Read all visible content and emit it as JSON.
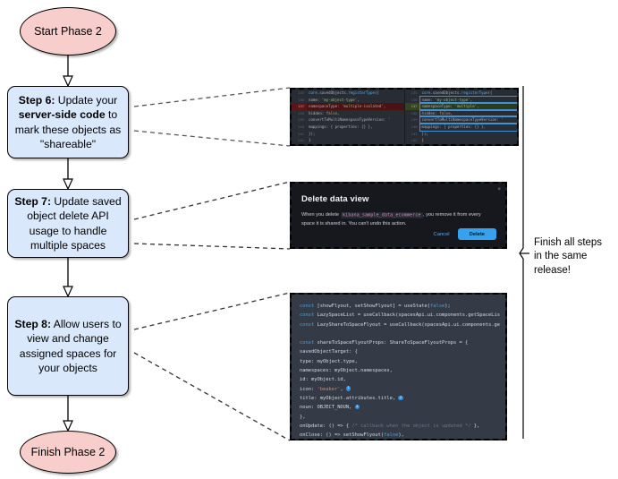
{
  "flow": {
    "start": {
      "label": "Start Phase 2"
    },
    "end": {
      "label": "Finish Phase 2"
    },
    "steps": [
      {
        "id": "step6",
        "prefix": "Step 6:",
        "text": " Update your ",
        "bold": "server-side code",
        "text2": " to mark these objects as \"shareable\""
      },
      {
        "id": "step7",
        "prefix": "Step 7:",
        "text": " Update saved object delete API usage to handle multiple spaces"
      },
      {
        "id": "step8",
        "prefix": "Step 8:",
        "text": " Allow users to view and change assigned spaces for your objects"
      }
    ]
  },
  "annotation": {
    "line1": "Finish all steps",
    "line2": "in the same",
    "line3": "release!"
  },
  "diff": {
    "left": [
      {
        "ln": "135",
        "type": "ctx",
        "tokens": [
          {
            "c": "f",
            "t": "core"
          },
          {
            "c": "pl",
            "t": ".savedObjects."
          },
          {
            "c": "f",
            "t": "registerType"
          },
          {
            "c": "pl",
            "t": "({"
          }
        ]
      },
      {
        "ln": "136",
        "type": "ctx",
        "tokens": [
          {
            "c": "pl",
            "t": "    name: "
          },
          {
            "c": "s",
            "t": "'my-object-type'"
          },
          {
            "c": "pl",
            "t": ","
          }
        ]
      },
      {
        "ln": "137",
        "type": "del",
        "tokens": [
          {
            "c": "pl",
            "t": "    namespaceType: "
          },
          {
            "c": "s",
            "t": "'multiple-isolated'"
          },
          {
            "c": "pl",
            "t": ","
          }
        ]
      },
      {
        "ln": "138",
        "type": "ctx",
        "tokens": [
          {
            "c": "pl",
            "t": "    hidden: "
          },
          {
            "c": "n",
            "t": "false"
          },
          {
            "c": "pl",
            "t": ","
          }
        ]
      },
      {
        "ln": "139",
        "type": "ctx",
        "tokens": [
          {
            "c": "pl",
            "t": "    convertToMultiNamespaceTypeVersion: "
          },
          {
            "c": "s",
            "t": "'"
          }
        ]
      },
      {
        "ln": "140",
        "type": "ctx",
        "tokens": [
          {
            "c": "pl",
            "t": "    mappings: { properties: {} },"
          }
        ]
      },
      {
        "ln": "141",
        "type": "ctx",
        "tokens": [
          {
            "c": "pl",
            "t": "  });"
          }
        ]
      },
      {
        "ln": "142",
        "type": "ctx",
        "tokens": [
          {
            "c": "p",
            "t": "}"
          }
        ]
      }
    ],
    "right": [
      {
        "ln": "135",
        "type": "ctx",
        "tokens": [
          {
            "c": "f",
            "t": "core"
          },
          {
            "c": "pl",
            "t": ".savedObjects."
          },
          {
            "c": "f",
            "t": "registerType"
          },
          {
            "c": "pl",
            "t": "({"
          }
        ]
      },
      {
        "ln": "136",
        "type": "ctx",
        "box": true,
        "tokens": [
          {
            "c": "pl",
            "t": "    name: "
          },
          {
            "c": "s",
            "t": "'my-object-type'"
          },
          {
            "c": "pl",
            "t": ","
          }
        ]
      },
      {
        "ln": "137",
        "type": "add",
        "box": true,
        "tokens": [
          {
            "c": "pl",
            "t": "    namespaceType: "
          },
          {
            "c": "s",
            "t": "'multiple'"
          },
          {
            "c": "pl",
            "t": ","
          }
        ]
      },
      {
        "ln": "138",
        "type": "ctx",
        "box": true,
        "tokens": [
          {
            "c": "pl",
            "t": "    hidden: "
          },
          {
            "c": "n",
            "t": "false"
          },
          {
            "c": "pl",
            "t": ","
          }
        ]
      },
      {
        "ln": "139",
        "type": "ctx",
        "box": true,
        "tokens": [
          {
            "c": "pl",
            "t": "    convertToMultiNamespaceTypeVersion: "
          },
          {
            "c": "s",
            "t": "'"
          }
        ]
      },
      {
        "ln": "140",
        "type": "ctx",
        "box": true,
        "tokens": [
          {
            "c": "pl",
            "t": "    mappings: { properties: {} },"
          }
        ]
      },
      {
        "ln": "141",
        "type": "ctx",
        "tokens": [
          {
            "c": "pl",
            "t": "  });"
          }
        ]
      },
      {
        "ln": "142",
        "type": "ctx",
        "tokens": [
          {
            "c": "p",
            "t": "}"
          }
        ]
      }
    ]
  },
  "modal": {
    "title": "Delete data view",
    "body_before": "When you delete",
    "body_code": "kibana_sample_data_ecommerce",
    "body_after": ", you remove it from every space it is shared in. You can't undo this action.",
    "cancel_label": "Cancel",
    "delete_label": "Delete",
    "close_icon": "×"
  },
  "snippet": {
    "lines": [
      [
        {
          "c": "kw",
          "t": "const"
        },
        {
          "c": "nm",
          "t": " [showFlyout, setShowFlyout] = useState("
        },
        {
          "c": "kw",
          "t": "false"
        },
        {
          "c": "nm",
          "t": ");"
        }
      ],
      [
        {
          "c": "kw",
          "t": "const"
        },
        {
          "c": "nm",
          "t": " LazySpaceList = useCallback(spacesApi.ui.components.getSpaceLis"
        }
      ],
      [
        {
          "c": "kw",
          "t": "const"
        },
        {
          "c": "nm",
          "t": " LazyShareToSpaceFlyout = useCallback(spacesApi.ui.components.ge"
        }
      ],
      [],
      [
        {
          "c": "kw",
          "t": "const"
        },
        {
          "c": "nm",
          "t": " shareToSpaceFlyoutProps: ShareToSpaceFlyoutProps = {"
        }
      ],
      [
        {
          "c": "nm",
          "t": "  savedObjectTarget: {"
        }
      ],
      [
        {
          "c": "nm",
          "t": "    type: myObject.type,"
        }
      ],
      [
        {
          "c": "nm",
          "t": "    namespaces: myObject.namespaces,"
        }
      ],
      [
        {
          "c": "nm",
          "t": "    id: myObject.id,"
        }
      ],
      [
        {
          "c": "nm",
          "t": "    icon: "
        },
        {
          "c": "str",
          "t": "'beaker'"
        },
        {
          "c": "nm",
          "t": ", "
        },
        {
          "c": "badge",
          "t": "1"
        }
      ],
      [
        {
          "c": "nm",
          "t": "    title: myObject.attributes.title, "
        },
        {
          "c": "badge",
          "t": "2"
        }
      ],
      [
        {
          "c": "nm",
          "t": "    noun: OBJECT_NOUN, "
        },
        {
          "c": "badge",
          "t": "3"
        }
      ],
      [
        {
          "c": "nm",
          "t": "  },"
        }
      ],
      [
        {
          "c": "nm",
          "t": "  onUpdate: () => { "
        },
        {
          "c": "cm",
          "t": "/* callback when the object is updated */"
        },
        {
          "c": "nm",
          "t": " },"
        }
      ],
      [
        {
          "c": "nm",
          "t": "  onClose: () => setShowFlyout("
        },
        {
          "c": "kw",
          "t": "false"
        },
        {
          "c": "nm",
          "t": "),"
        }
      ],
      [
        {
          "c": "nm",
          "t": "};"
        }
      ]
    ]
  },
  "colors": {
    "terminator_fill": "#f8cecc",
    "process_fill": "#dae8fc",
    "stroke": "#000000",
    "accent_blue": "#36a2ef"
  }
}
